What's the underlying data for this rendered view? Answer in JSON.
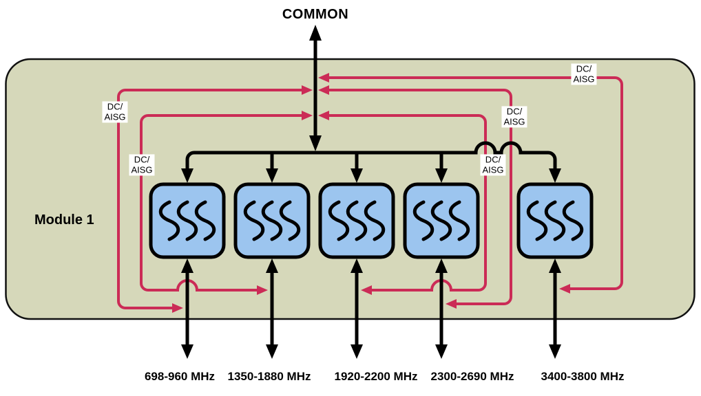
{
  "common_label": "COMMON",
  "module": {
    "label": "Module 1"
  },
  "ports": [
    {
      "label": "698-960 MHz"
    },
    {
      "label": "1350-1880 MHz"
    },
    {
      "label": "1920-2200 MHz"
    },
    {
      "label": "2300-2690 MHz"
    },
    {
      "label": "3400-3800 MHz"
    }
  ],
  "dc_aisg": [
    {
      "text": "DC/\nAISG",
      "position": "top-right"
    },
    {
      "text": "DC/\nAISG",
      "position": "left-outer"
    },
    {
      "text": "DC/\nAISG",
      "position": "left-inner"
    },
    {
      "text": "DC/\nAISG",
      "position": "right-upper"
    },
    {
      "text": "DC/\nAISG",
      "position": "right-lower"
    }
  ],
  "colors": {
    "module_fill": "#d6d8ba",
    "filter_fill": "#9cc5ef",
    "dc_aisg_line": "#cb2b56",
    "signal_line": "#000000"
  }
}
